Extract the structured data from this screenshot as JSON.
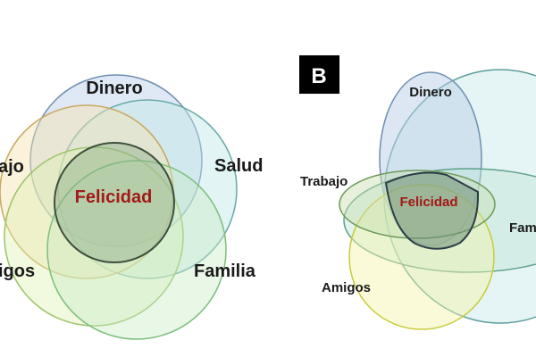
{
  "panel_a": {
    "labels": {
      "dinero": "Dinero",
      "trabajo": "ajo",
      "salud": "Salud",
      "amigos": "igos",
      "familia": "Familia",
      "center": "Felicidad"
    }
  },
  "panel_b": {
    "badge": "B",
    "labels": {
      "dinero": "Dinero",
      "trabajo": "Trabajo",
      "familia": "Fam",
      "amigos": "Amigos",
      "center": "Felicidad"
    }
  },
  "colors": {
    "center_text": "#a31818",
    "dinero": "#b9cfe8",
    "trabajo": "#f6e3b0",
    "salud": "#bfe6e6",
    "amigos": "#dcefb0",
    "familia": "#c8ebc4",
    "felicidad": "#8fae8a"
  }
}
